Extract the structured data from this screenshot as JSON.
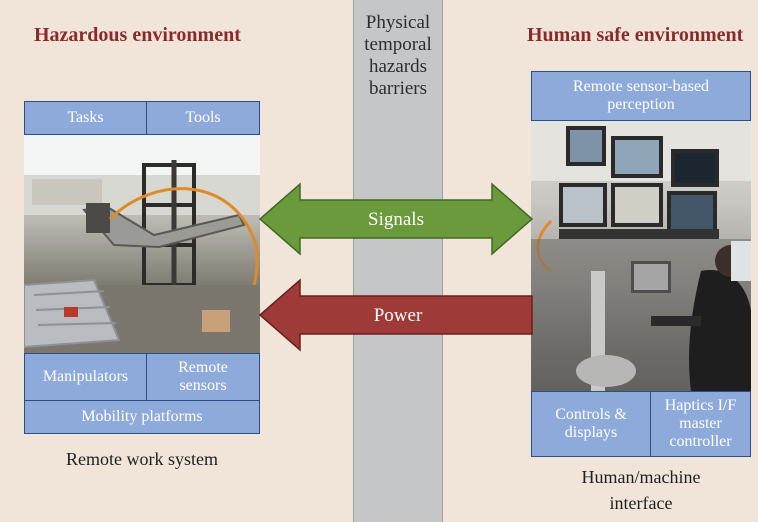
{
  "barrier": {
    "label_lines": [
      "Physical",
      "temporal",
      "hazards",
      "barriers"
    ]
  },
  "left": {
    "heading": "Hazardous environment",
    "top_boxes": [
      "Tasks",
      "Tools"
    ],
    "bottom_boxes": [
      "Manipulators",
      "Remote sensors"
    ],
    "bottom_wide_box": "Mobility platforms",
    "caption": "Remote work system"
  },
  "right": {
    "heading": "Human safe environment",
    "top_box": "Remote sensor-based perception",
    "bottom_boxes": [
      "Controls & displays",
      "Haptics I/F master controller"
    ],
    "caption_lines": [
      "Human/machine",
      "interface"
    ]
  },
  "arrows": {
    "signals": {
      "label": "Signals",
      "color": "#6b9a3c",
      "stroke": "#3f6a22"
    },
    "power": {
      "label": "Power",
      "color": "#9e3a38",
      "stroke": "#6a1f1e"
    }
  },
  "colors": {
    "background": "#f1e5da",
    "box_fill": "#8eaadb",
    "box_border": "#2a4f86",
    "heading": "#8b2a2b",
    "barrier": "#c4c6c8"
  }
}
